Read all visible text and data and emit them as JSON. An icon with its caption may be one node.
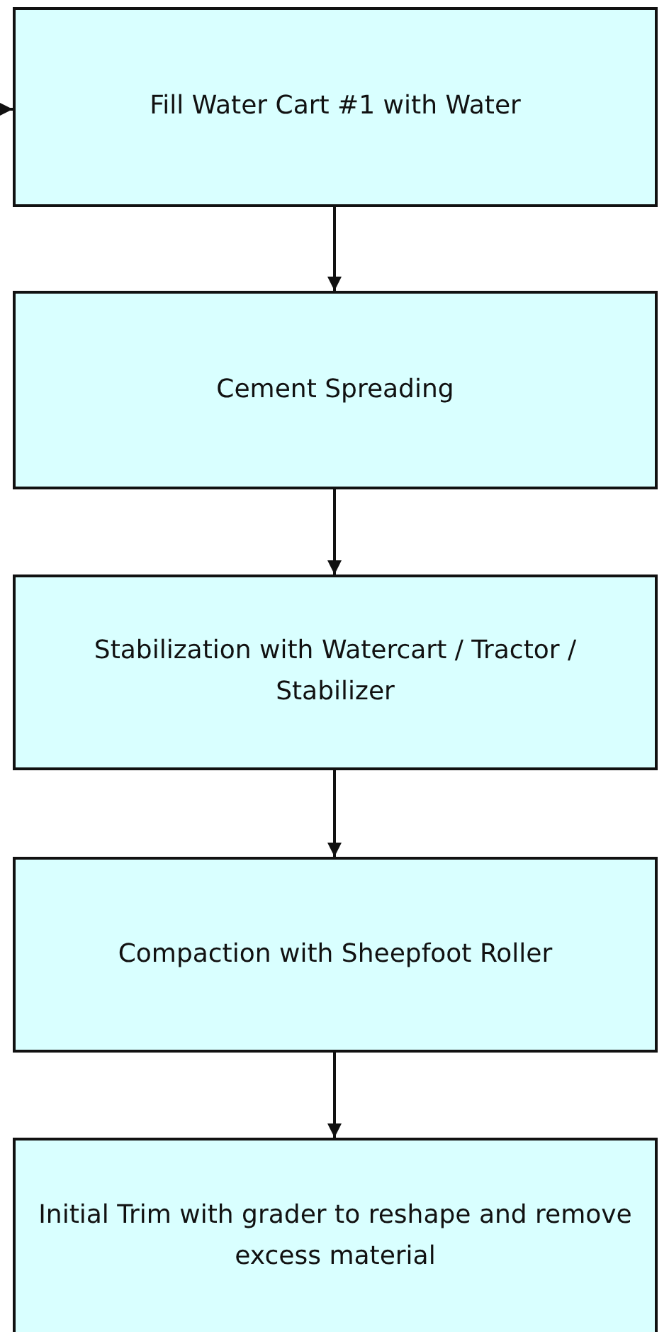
{
  "diagram": {
    "nodes": [
      {
        "text": [
          "Fill Water Cart #1 with Water"
        ]
      },
      {
        "text": [
          "Cement Spreading"
        ]
      },
      {
        "text": [
          "Stabilization with Watercart / Tractor / Stabilizer"
        ]
      },
      {
        "text": [
          "Compaction with Sheepfoot Roller"
        ]
      },
      {
        "text": [
          "Initial Trim with grader to reshape and remove excess material"
        ]
      }
    ],
    "edges": [
      {
        "from": null,
        "to": 0,
        "arrow": "to"
      },
      {
        "from": 0,
        "to": 1,
        "arrow": "to"
      },
      {
        "from": 1,
        "to": 2,
        "arrow": "to"
      },
      {
        "from": 2,
        "to": 3,
        "arrow": "to"
      },
      {
        "from": 3,
        "to": 4,
        "arrow": "to"
      }
    ]
  }
}
